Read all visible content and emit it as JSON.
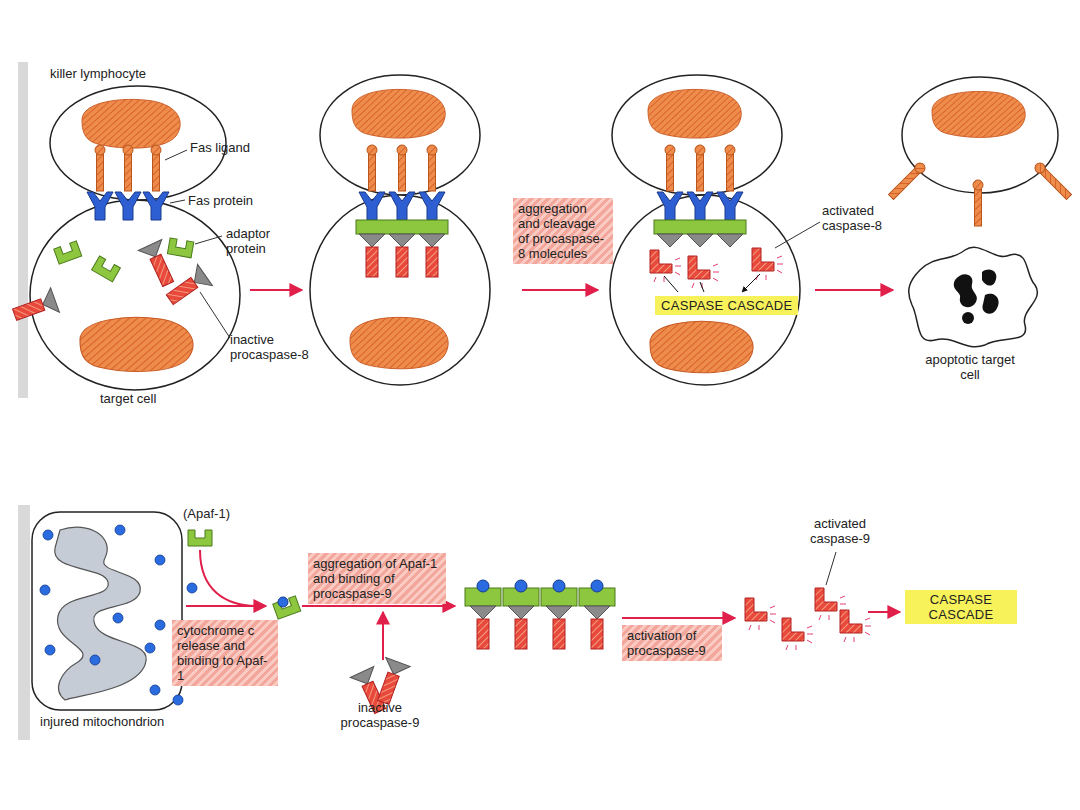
{
  "diagram": {
    "nodes": [
      {
        "text": [
          "aggregation and cleavage of procaspase-8 molecules"
        ]
      },
      {
        "text": [
          "CASPASE CASCADE"
        ]
      },
      {
        "text": [
          "cytochrome c release and binding to Apaf-1"
        ]
      },
      {
        "text": [
          "aggregation of Apaf-1 and binding of procaspase-9"
        ]
      },
      {
        "text": [
          "activation of procaspase-9"
        ]
      },
      {
        "text": [
          "CASPASE CASCADE"
        ]
      }
    ],
    "labels": [
      "killer lymphocyte",
      "Fas ligand",
      "Fas protein",
      "adaptor protein",
      "inactive procaspase-8",
      "target cell",
      "activated caspase-8",
      "apoptotic target cell",
      "(Apaf-1)",
      "inactive procaspase-9",
      "injured mitochondrion",
      "activated caspase-9"
    ]
  }
}
